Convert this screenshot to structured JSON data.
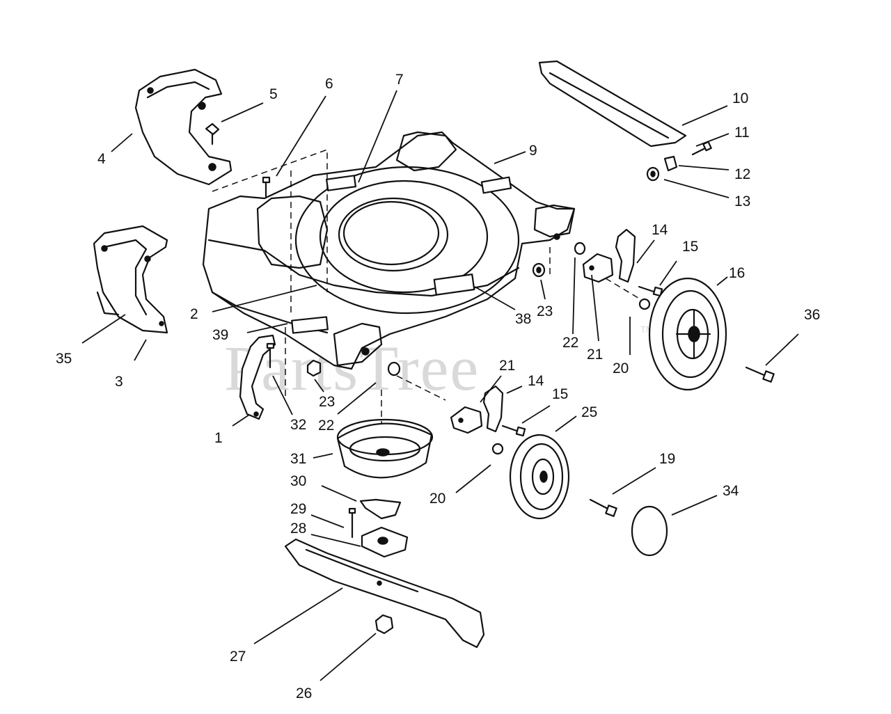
{
  "watermark": {
    "text": "PartsTree",
    "tm": "TM"
  },
  "callouts": [
    "1",
    "2",
    "3",
    "4",
    "5",
    "6",
    "7",
    "9",
    "10",
    "11",
    "12",
    "13",
    "14",
    "15",
    "16",
    "20",
    "21",
    "22",
    "23",
    "38",
    "39",
    "35",
    "36",
    "14",
    "15",
    "21",
    "22",
    "23",
    "25",
    "31",
    "30",
    "20",
    "19",
    "29",
    "28",
    "34",
    "32",
    "27",
    "26"
  ],
  "colors": {
    "ink": "#111111",
    "watermark": "#d9d9d9",
    "background": "#ffffff"
  }
}
